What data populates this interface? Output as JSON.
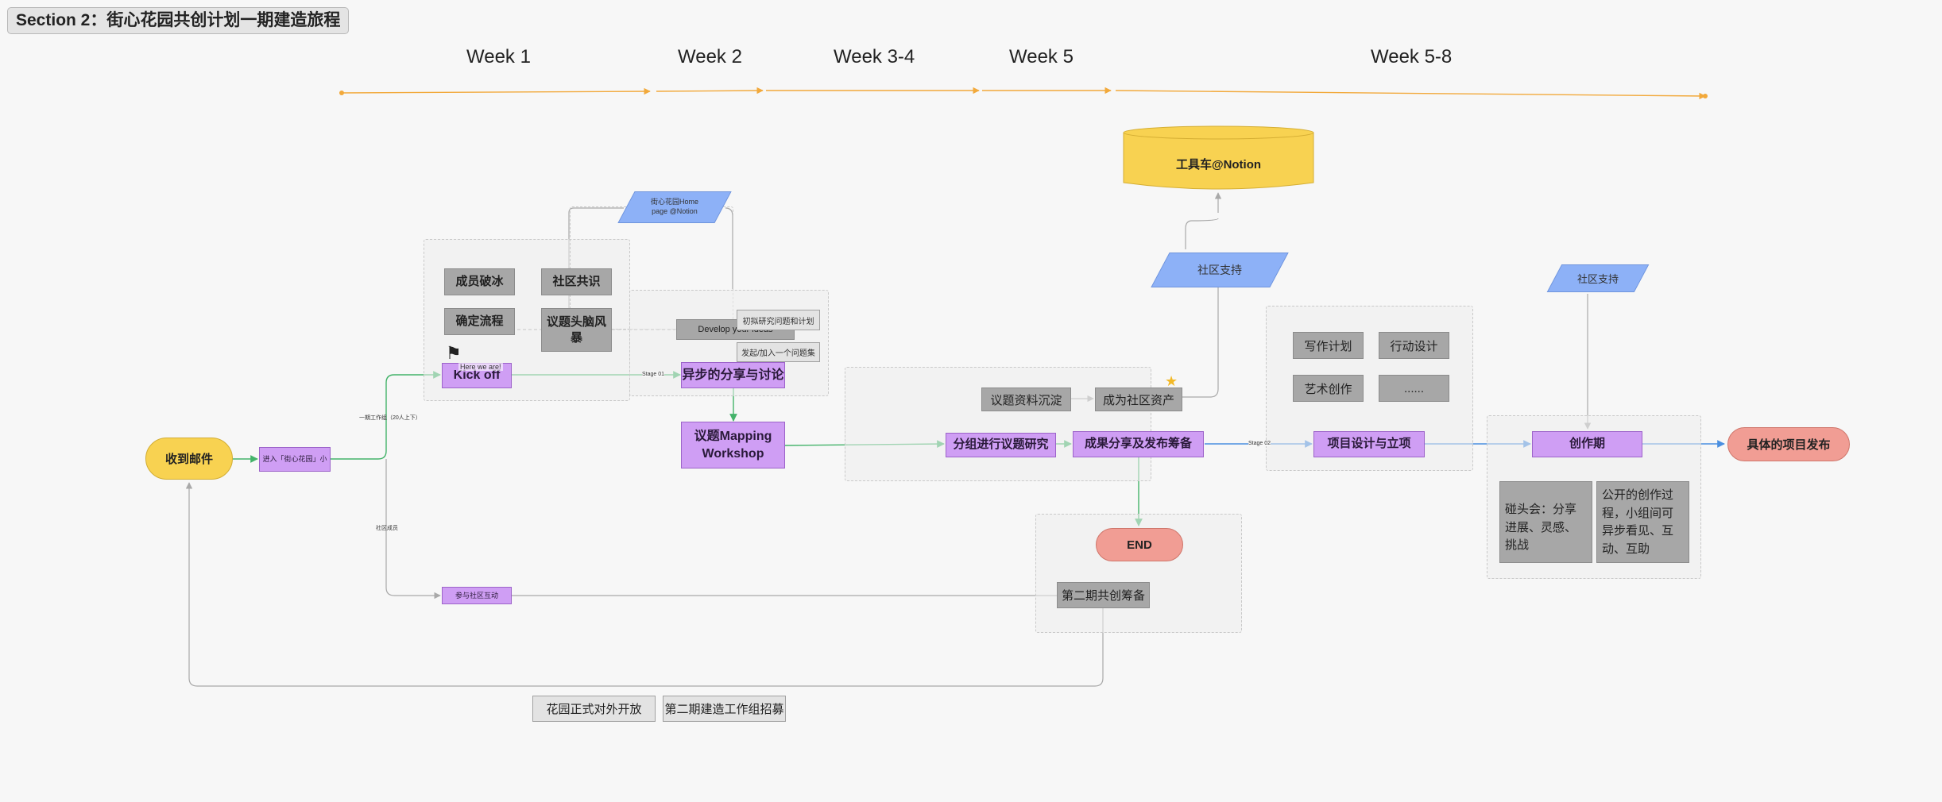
{
  "section_title": "Section 2：街心花园共创计划一期建造旅程",
  "weeks": [
    "Week 1",
    "Week 2",
    "Week 3-4",
    "Week 5",
    "Week 5-8"
  ],
  "nodes": {
    "receive_mail": "收到邮件",
    "enter_garden": "进入「街心花园」小",
    "kickoff": "Kick off",
    "here_we_are": "Here we are!",
    "async_share": "异步的分享与讨论",
    "mapping_workshop": "议题Mapping\nWorkshop",
    "group_research": "分组进行议题研究",
    "results_share": "成果分享及发布筹备",
    "project_design": "项目设计与立项",
    "creation_period": "创作期",
    "project_release": "具体的项目发布",
    "end": "END",
    "phase2_prep": "第二期共创筹备",
    "join_community": "参与社区互动",
    "toolcar": "工具车@Notion",
    "community_support_1": "社区支持",
    "community_support_2": "社区支持",
    "homepage": "街心花园Home\npage @Notion",
    "icebreak": "成员破冰",
    "consensus": "社区共识",
    "process": "确定流程",
    "brainstorm": "议题头脑风\n暴",
    "develop": "Develop your ideas",
    "note_plan": "初拟研究问题和计划",
    "note_join": "发起/加入一个问题集",
    "research_deposit": "议题资料沉淀",
    "community_asset": "成为社区资产",
    "writing_plan": "写作计划",
    "action_design": "行动设计",
    "art_creation": "艺术创作",
    "more": "......",
    "meetup": "碰头会：分享进展、灵感、挑战",
    "open_process": "公开的创作过程，小组间可异步看见、互动、互助",
    "garden_open": "花园正式对外开放",
    "phase2_recruit": "第二期建造工作组招募"
  },
  "edge_labels": {
    "stage01": "Stage 01",
    "stage02": "Stage 02",
    "working_group": "一期工作组（20人上下）",
    "community_member": "社区成员"
  },
  "colors": {
    "yellow": "#f8d251",
    "purple": "#cf9ef4",
    "blue": "#8db1f7",
    "gray": "#a7a7a7",
    "salmon": "#f19d94",
    "orange_line": "#f2a93b",
    "green_line": "#44b36a",
    "blue_line": "#4a8fe0",
    "gray_line": "#a9a9a9"
  }
}
